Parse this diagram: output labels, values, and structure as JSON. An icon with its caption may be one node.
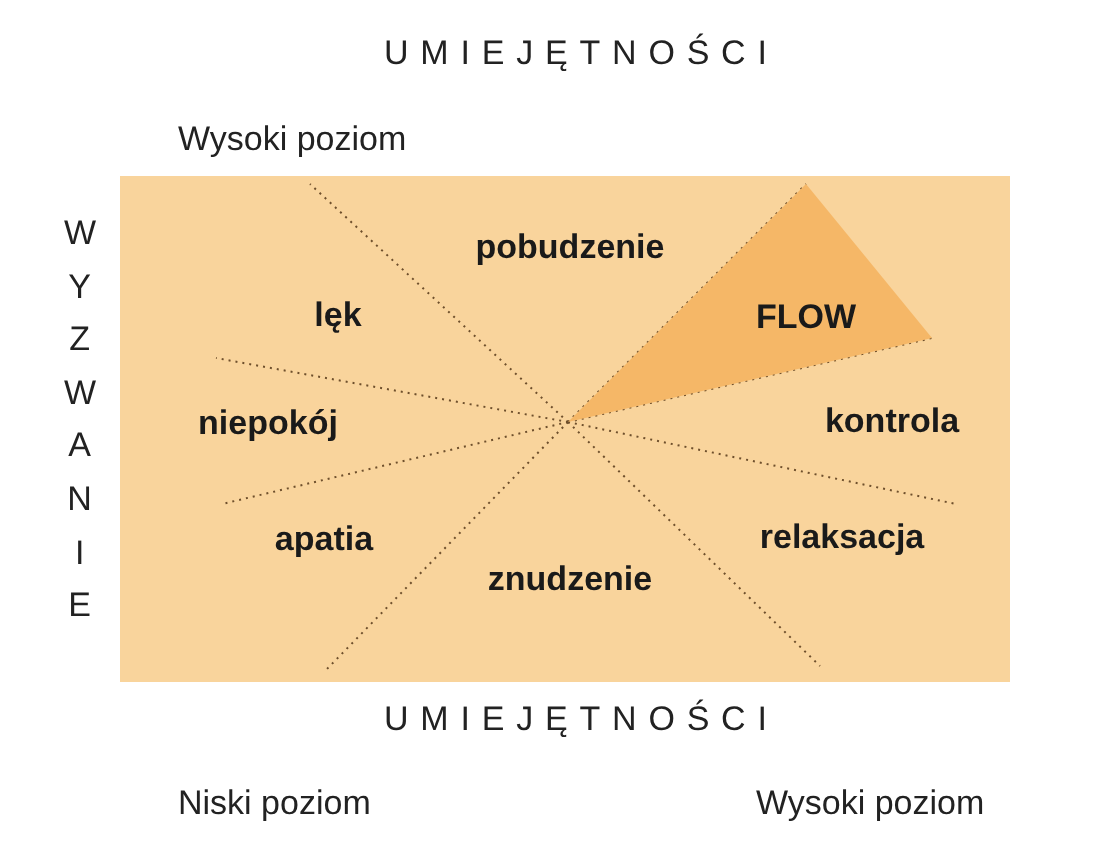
{
  "diagram": {
    "nodes": [
      {
        "text": [
          "pobudzenie",
          "lęk",
          "niepokój",
          "kontrola",
          "apatia",
          "relaksacja",
          "znudzenie"
        ]
      },
      {
        "text": [
          "FLOW"
        ],
        "in": 0
      }
    ],
    "labels": [
      "UMIEJĘTNOŚCI",
      "Wysoki poziom",
      "WYZWANIE",
      "UMIEJĘTNOŚCI",
      "Niski poziom",
      "Wysoki poziom"
    ]
  }
}
